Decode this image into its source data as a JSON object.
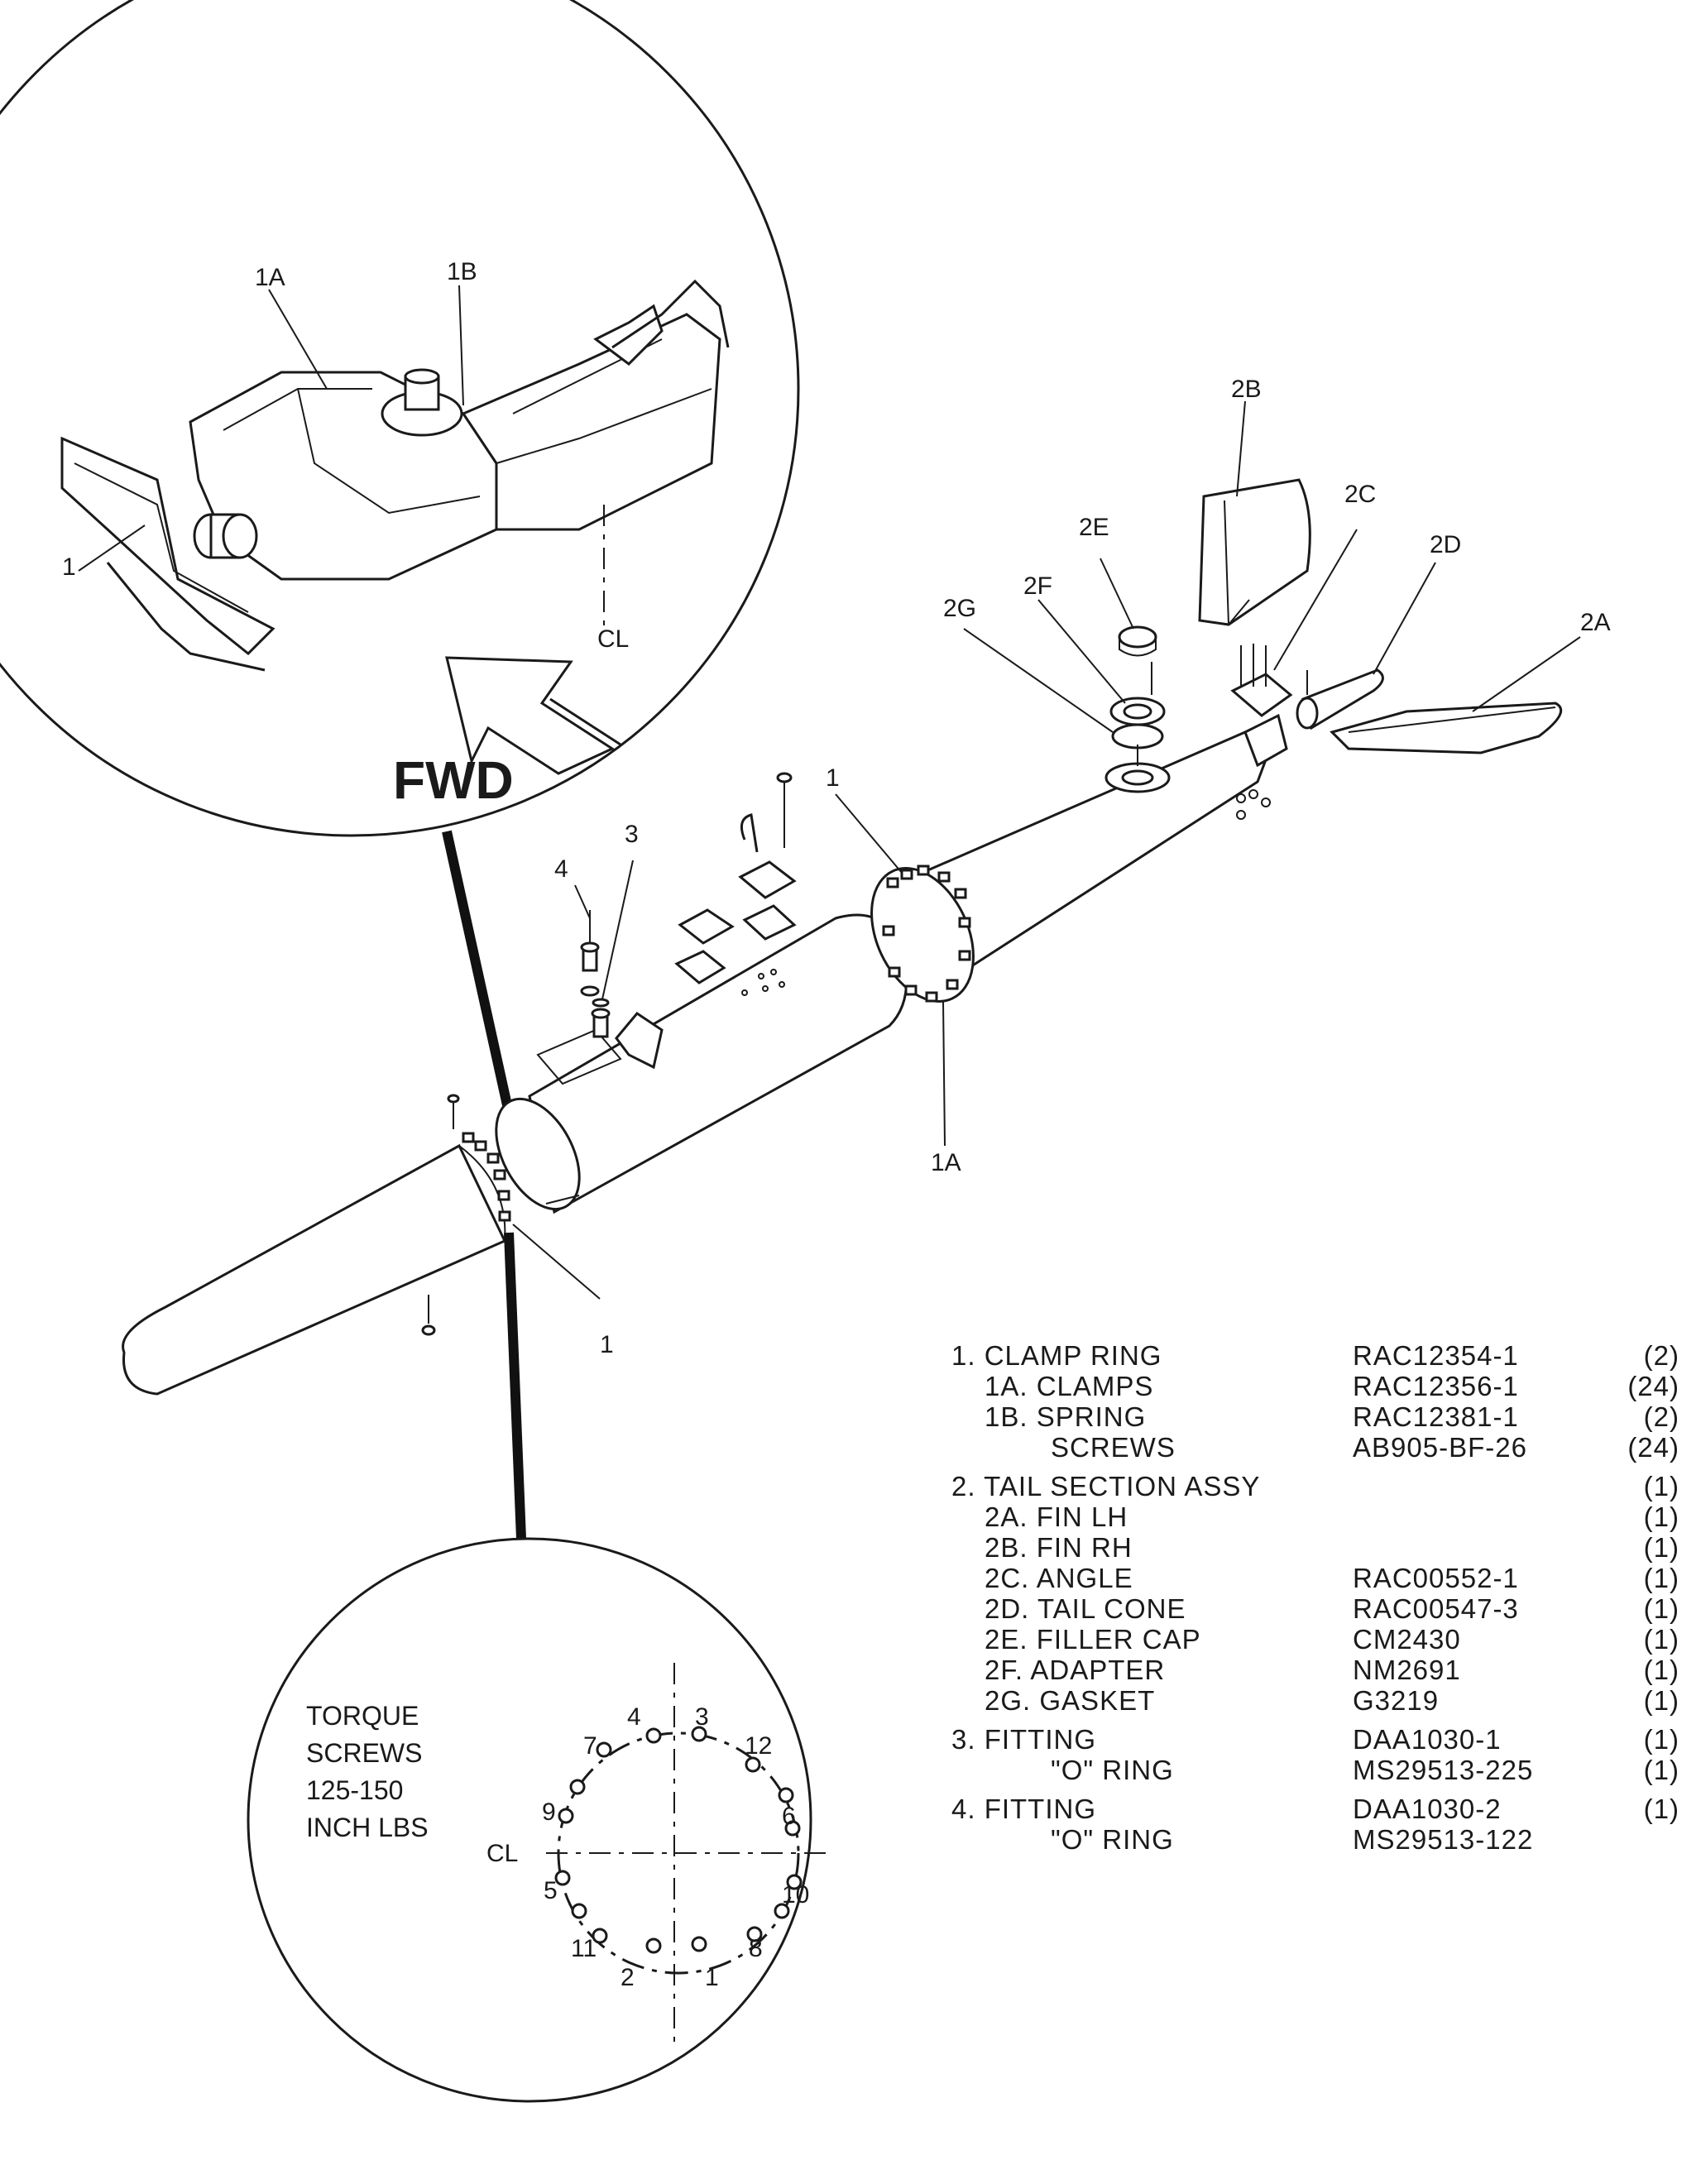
{
  "detail_top": {
    "labels": [
      "1A",
      "1B",
      "1"
    ],
    "centerline": "CL",
    "direction": "FWD"
  },
  "assembly_labels": [
    "2B",
    "2C",
    "2E",
    "2D",
    "2F",
    "2G",
    "2A",
    "1",
    "4",
    "3",
    "1A",
    "1"
  ],
  "detail_bottom": {
    "note_lines": [
      "TORQUE",
      "SCREWS",
      "125-150",
      "INCH LBS"
    ],
    "centerline": "CL",
    "bolt_numbers": [
      "1",
      "2",
      "3",
      "4",
      "5",
      "6",
      "7",
      "8",
      "9",
      "10",
      "11",
      "12"
    ]
  },
  "parts_list": [
    {
      "index": "1.",
      "name": "CLAMP RING",
      "part_no": "RAC12354-1",
      "qty": "(2)"
    },
    {
      "index": "1A.",
      "name": "CLAMPS",
      "part_no": "RAC12356-1",
      "qty": "(24)"
    },
    {
      "index": "1B.",
      "name": "SPRING",
      "part_no": "RAC12381-1",
      "qty": "(2)"
    },
    {
      "index": "",
      "name": "SCREWS",
      "part_no": "AB905-BF-26",
      "qty": "(24)"
    },
    {
      "index": "2.",
      "name": "TAIL SECTION ASSY",
      "part_no": "",
      "qty": "(1)"
    },
    {
      "index": "2A.",
      "name": "FIN LH",
      "part_no": "",
      "qty": "(1)"
    },
    {
      "index": "2B.",
      "name": "FIN RH",
      "part_no": "",
      "qty": "(1)"
    },
    {
      "index": "2C.",
      "name": "ANGLE",
      "part_no": "RAC00552-1",
      "qty": "(1)"
    },
    {
      "index": "2D.",
      "name": "TAIL CONE",
      "part_no": "RAC00547-3",
      "qty": "(1)"
    },
    {
      "index": "2E.",
      "name": "FILLER CAP",
      "part_no": "CM2430",
      "qty": "(1)"
    },
    {
      "index": "2F.",
      "name": "ADAPTER",
      "part_no": "NM2691",
      "qty": "(1)"
    },
    {
      "index": "2G.",
      "name": "GASKET",
      "part_no": "G3219",
      "qty": "(1)"
    },
    {
      "index": "3.",
      "name": "FITTING",
      "part_no": "DAA1030-1",
      "qty": "(1)"
    },
    {
      "index": "",
      "name": "\"O\" RING",
      "part_no": "MS29513-225",
      "qty": "(1)"
    },
    {
      "index": "4.",
      "name": "FITTING",
      "part_no": "DAA1030-2",
      "qty": "(1)"
    },
    {
      "index": "",
      "name": "\"O\" RING",
      "part_no": "MS29513-122",
      "qty": ""
    }
  ]
}
